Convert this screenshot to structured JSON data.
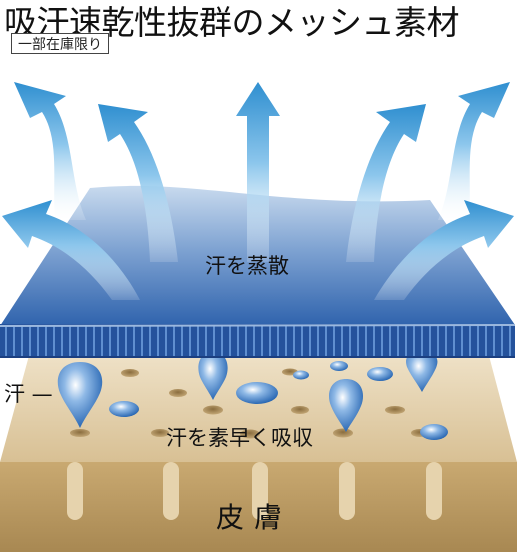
{
  "headline": "吸汗速乾性抜群のメッシュ素材",
  "badge": "一部在庫限り",
  "labels": {
    "evaporate": "汗を蒸散",
    "sweat": "汗 —",
    "absorb": "汗を素早く吸収",
    "skin": "皮膚"
  },
  "colors": {
    "fabric_top": "#b9cfe8",
    "fabric_bottom": "#3c6fb5",
    "fabric_edge": "#1f4c97",
    "skin": "#d9c29a",
    "skin_dark": "#a98b58",
    "arrow": "#4ba1d8",
    "droplet": "#2d6fc0"
  },
  "icons": {
    "arrows": "upward-curved-arrow-icon",
    "droplets": "water-droplet-icon"
  }
}
